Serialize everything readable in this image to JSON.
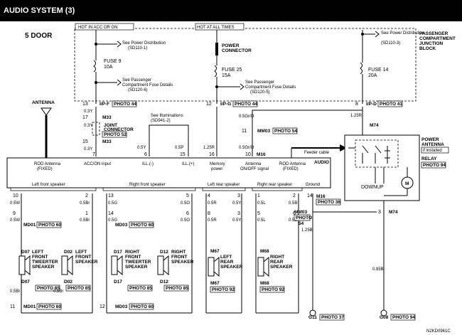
{
  "title": "AUDIO SYSTEM (3)",
  "subtitle": "5 DOOR",
  "power": {
    "hot_acc_on": "HOT IN ACC OR ON",
    "hot_all_times": "HOT AT ALL TIMES",
    "see_power_dist_1": "See Power Distribution",
    "see_power_dist_1_ref": "(SD110-1)",
    "see_power_dist_3": "See Power Distribution",
    "see_power_dist_3_ref": "(SD110-3)",
    "power_connector_1": "POWER",
    "power_connector_2": "CONNECTOR",
    "fuse9": "FUSE 9",
    "fuse9_amp": "10A",
    "fuse25": "FUSE 25",
    "fuse25_amp": "15A",
    "fuse14": "FUSE 14",
    "fuse14_amp": "20A",
    "see_pass_fuse_6": "See Passenger",
    "see_pass_fuse_6b": "Compartment Fuse Details",
    "see_pass_fuse_6_ref": "(SD120-6)",
    "see_pass_fuse_5": "See Passenger",
    "see_pass_fuse_5b": "Compartment Fuse Details",
    "see_pass_fuse_5_ref": "(SD120-5)",
    "pcjb_1": "PASSENGER",
    "pcjb_2": "COMPARTMENT",
    "pcjb_3": "JUNCTION",
    "pcjb_4": "BLOCK"
  },
  "connectors": {
    "ipf_pin": "13",
    "ipf": "I/P-F",
    "photo44": "PHOTO 44",
    "ipg_pin": "12",
    "ipg": "I/P-G",
    "ipd_pin": "8",
    "ipd": "I/P-D",
    "photo41": "PHOTO 41",
    "m33": "M33",
    "m33_pin_17": "17",
    "m33_pin_15": "15",
    "joint_1": "JOINT",
    "joint_2": "CONNECTOR",
    "photo52": "PHOTO 52",
    "mm03_pin": "11",
    "mm03": "MM03",
    "photo54": "PHOTO 54",
    "m74": "M74",
    "m16": "M16",
    "m16_bottom": "M16",
    "photo36": "PHOTO 36",
    "mm03_b": "MM03",
    "photo54_b": "PHOTO",
    "photo54_b2": "54",
    "m74_bottom": "M74"
  },
  "wires": {
    "w_03y_1": "0.3Y",
    "w_03y_2": "0.3Y",
    "w_03y_3": "0.3Y",
    "w_125r_a": "1.25R",
    "w_05gro_a": "0.5Gr/O",
    "w_125r_b": "1.25R",
    "w_05yg": "0.5Y",
    "w_05p": "0.5P",
    "w_125r_c": "1.25R",
    "w_05gro_b": "0.5Gr/O",
    "w_125b": "1.25B",
    "w_085b": "0.85B",
    "see_illum": "See Illuminations",
    "see_illum_ref": "(SD941-2)"
  },
  "audio_unit": {
    "label": "AUDIO",
    "rod_antenna": "ROD Antenna",
    "rod_fixed": "(FIXED)",
    "acc_on": "ACC/ON input",
    "ill_minus": "ILL.(-)",
    "ill_plus": "ILL.(+)",
    "memory": "Memory",
    "memory2": "power",
    "antenna_sig": "Antenna",
    "antenna_sig2": "ON/OFF signal",
    "rod_antenna2": "ROD Antenna",
    "rod_fixed2": "(FIXED)",
    "pin_3": "3",
    "pin_7": "7",
    "pin_6": "6",
    "pin_15": "15",
    "pin_16": "16",
    "pin_10": "10",
    "feeder": "Feeder cable",
    "lfs": "Left front speaker",
    "rfs": "Right front speaker",
    "lrs": "Left rear speaker",
    "rrs": "Right rear speaker",
    "ground": "Ground",
    "antenna": "ANTENNA"
  },
  "speaker_pins": {
    "p10": "10",
    "p2": "2",
    "p13": "13",
    "p5": "5",
    "p4": "4",
    "p3": "3",
    "p1": "1",
    "p2b": "2",
    "p8": "8",
    "p9": "9",
    "p14": "14",
    "p6": "6"
  },
  "speaker_wires": {
    "a1": "0.5W",
    "a2": "0.5Br",
    "a3": "0.5G",
    "a4": "0.5O",
    "a5": "0.5R",
    "a6": "0.5Y",
    "a7": "0.5L",
    "a8": "0.5B",
    "b1": "0.5W",
    "b2": "0.5Br",
    "b3": "0.5G",
    "b4": "0.5O",
    "b5": "0.5R",
    "b6": "0.5Y",
    "b7": "0.5L",
    "b8": "0.5B"
  },
  "speakers": {
    "md01": "MD01",
    "md01_photo": "PHOTO 60",
    "md03": "MD03",
    "md03_photo": "PHOTO 60",
    "d07": "D07",
    "d02": "D02",
    "d17": "D17",
    "d12": "D12",
    "lft_1": "LEFT",
    "lft_2": "FRONT",
    "lft_3": "TWEERTER",
    "lft_4": "SPEAKER",
    "lf_1": "LEFT",
    "lf_2": "FRONT",
    "lf_3": "SPEAKER",
    "rft_1": "RIGHT",
    "rft_2": "FRONT",
    "rft_3": "TWEERTER",
    "rft_4": "SPEAKER",
    "rf_1": "RIGHT",
    "rf_2": "FRONT",
    "rf_3": "SPEAKER",
    "m67": "M67",
    "lr_1": "LEFT",
    "lr_2": "REAR",
    "lr_3": "SPEAKER",
    "m68": "M68",
    "rr_1": "RIGHT",
    "rr_2": "REAR",
    "rr_3": "SPEAKER",
    "d07b": "D07",
    "d02b": "D02",
    "d17b": "D17",
    "d12b": "D12",
    "m67b": "M67",
    "m68b": "M68",
    "photo85": "PHOTO 85",
    "photo92": "PHOTO 92",
    "md01b": "MD01",
    "md03b": "MD03",
    "photo60": "PHOTO 60",
    "w05br": "0.5Br",
    "w05w": "0.5W",
    "w05br2": "0.5Br",
    "w05w2": "0.5W",
    "w05o": "0.5O",
    "w05g": "0.5G",
    "w05o2": "0.5O",
    "w05g2": "0.5G",
    "w05w3": "0.5W",
    "w05br3": "0.5Br",
    "w05g3": "0.5G",
    "w05o3": "0.5O",
    "pin1": "1",
    "pin2": "2",
    "pin11": "11",
    "pin12": "12",
    "pinb1": "1",
    "pinb2": "2",
    "pin11b": "11",
    "pin12b": "12",
    "pin3": "3",
    "pin4": "4"
  },
  "power_antenna": {
    "label_1": "POWER",
    "label_2": "ANTENNA",
    "if_installed": "if installed",
    "relay": "RELAY",
    "photo94": "PHOTO 94",
    "down": "DOWN",
    "up": "UP",
    "motor": "M",
    "pin3": "3",
    "pin1": "1"
  },
  "grounds": {
    "g11": "G11",
    "photo37": "PHOTO 37",
    "g08": "G08",
    "photo94": "PHOTO 94"
  },
  "footer_code": "N2KD0961C"
}
